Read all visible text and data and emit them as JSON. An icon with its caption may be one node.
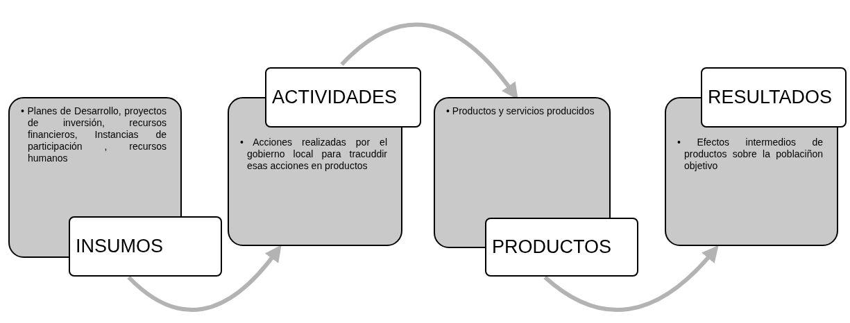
{
  "diagram": {
    "nodes": [
      {
        "text": [
          "• Planes de Desarrollo, proyectos de inversión, recursos financieros, Instancias de participación , recursos humanos"
        ]
      },
      {
        "text": [
          "INSUMOS"
        ]
      },
      {
        "text": [
          "ACTIVIDADES"
        ]
      },
      {
        "text": [
          "• Acciones realizadas por el gobierno local para tracuddir esas acciones en productos"
        ]
      },
      {
        "text": [
          "• Productos y servicios producidos"
        ]
      },
      {
        "text": [
          "PRODUCTOS"
        ]
      },
      {
        "text": [
          "RESULTADOS"
        ]
      },
      {
        "text": [
          "• Efectos intermedios de productos sobre la poblaciñon objetivo"
        ]
      }
    ],
    "edges": [
      {
        "from": 1,
        "to": 3,
        "arrow": "to",
        "color": "#b3b3b3"
      },
      {
        "from": 2,
        "to": 4,
        "arrow": "to",
        "color": "#b3b3b3"
      },
      {
        "from": 5,
        "to": 7,
        "arrow": "to",
        "color": "#b3b3b3"
      }
    ]
  }
}
